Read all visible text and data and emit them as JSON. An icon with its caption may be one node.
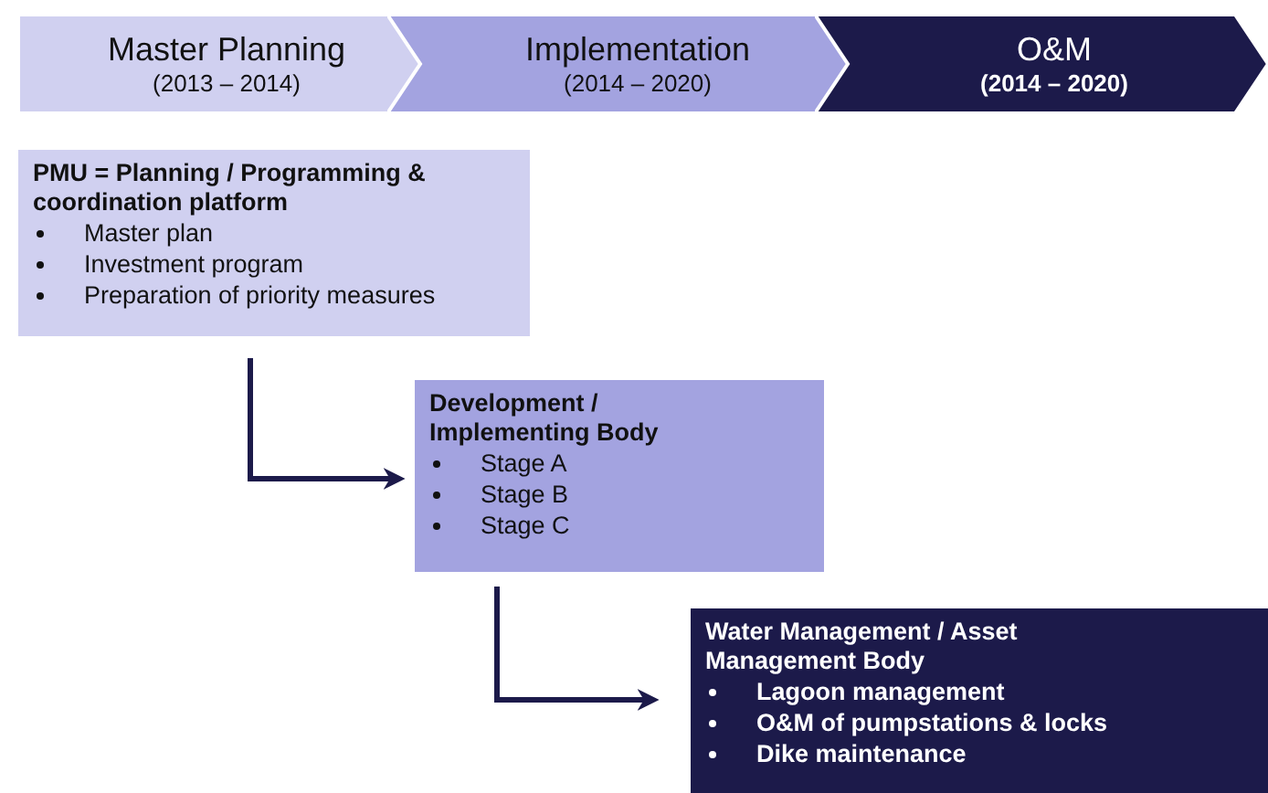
{
  "diagram": {
    "nodes": [
      {
        "text": [
          "Master Planning",
          "(2013 – 2014)"
        ]
      },
      {
        "text": [
          "Implementation",
          "(2014 – 2020)"
        ]
      },
      {
        "text": [
          "O&M",
          "(2014 – 2020)"
        ]
      },
      {
        "text": [
          "PMU = Planning / Programming & coordination platform",
          "Master plan",
          "Investment program",
          "Preparation of priority measures"
        ]
      },
      {
        "text": [
          "Development / Implementing Body",
          "Stage A",
          "Stage B",
          "Stage C"
        ]
      },
      {
        "text": [
          "Water Management / Asset Management Body",
          "Lagoon management",
          "O&M of pumpstations & locks",
          "Dike maintenance"
        ]
      }
    ],
    "edges": [
      {
        "from": 3,
        "to": 4,
        "arrow": "to"
      },
      {
        "from": 4,
        "to": 5,
        "arrow": "to"
      }
    ]
  }
}
